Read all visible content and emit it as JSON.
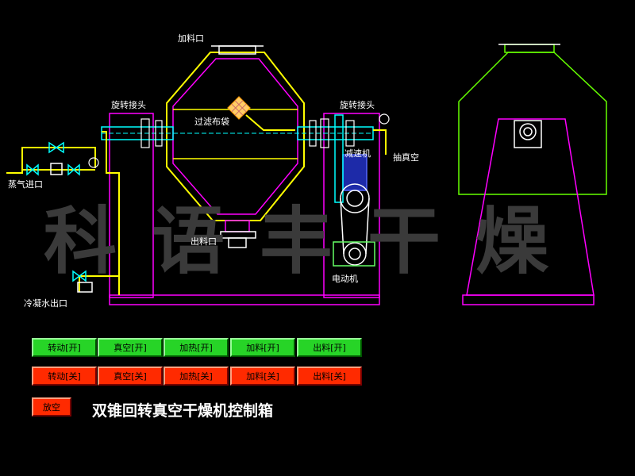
{
  "watermark": "科语丰干燥",
  "labels": {
    "feed_inlet": "加料口",
    "rotary_joint_left": "旋转接头",
    "rotary_joint_right": "旋转接头",
    "filter_bag": "过滤布袋",
    "reducer": "减速机",
    "vacuum_extraction": "抽真空",
    "steam_inlet": "蒸气进口",
    "discharge_port": "出料口",
    "motor": "电动机",
    "condensate_outlet": "冷凝水出口"
  },
  "controls": {
    "on_row": [
      "转动[开]",
      "真空[开]",
      "加热[开]",
      "加料[开]",
      "出料[开]"
    ],
    "off_row": [
      "转动[关]",
      "真空[关]",
      "加热[关]",
      "加料[关]",
      "出料[关]"
    ],
    "vent": "放空"
  },
  "panel_title": "双锥回转真空干燥机控制箱",
  "colors": {
    "vessel_outline": "#ff00ff",
    "jacket": "#ffff00",
    "pipes": "#ffff00",
    "shaft": "#00ffff",
    "frame": "#ff00ff",
    "cone_green": "#66ff00",
    "on_button": "#27d427",
    "off_button": "#ff2a00"
  }
}
